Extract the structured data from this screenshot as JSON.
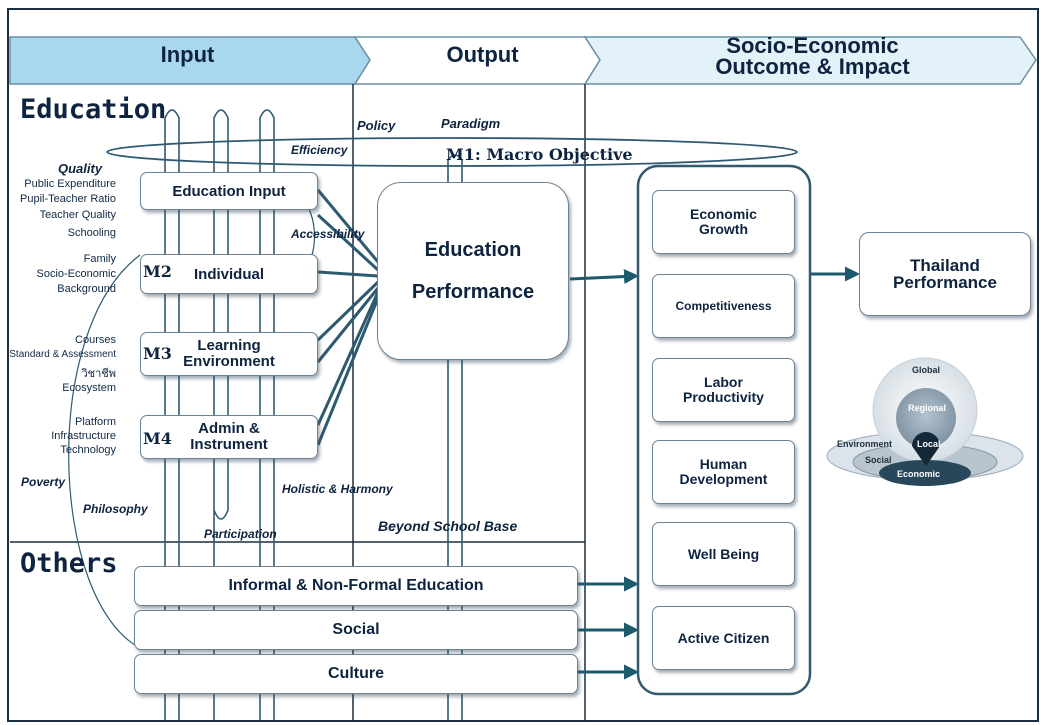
{
  "headers": {
    "input": "Input",
    "output": "Output",
    "outcome_line1": "Socio-Economic",
    "outcome_line2": "Outcome & Impact"
  },
  "sections": {
    "education": "Education",
    "others": "Others"
  },
  "macro_objective": "M1: Macro Objective",
  "labels": {
    "policy": "Policy",
    "paradigm": "Paradigm",
    "efficiency": "Efficiency",
    "quality": "Quality",
    "accessibility": "Accessibility",
    "poverty": "Poverty",
    "philosophy": "Philosophy",
    "participation": "Participation",
    "holistic": "Holistic & Harmony",
    "beyond_school": "Beyond School Base"
  },
  "input_boxes": [
    {
      "marker": "",
      "label": "Education Input",
      "items": [
        "Public Expenditure",
        "Pupil-Teacher  Ratio",
        "Teacher Quality",
        "Schooling"
      ]
    },
    {
      "marker": "M2",
      "label": "Individual",
      "items": [
        "Family",
        "Socio-Economic",
        "Background"
      ]
    },
    {
      "marker": "M3",
      "label_line1": "Learning",
      "label_line2": "Environment",
      "items": [
        "Courses",
        "Standard & Assessment",
        "วิชาชีพ",
        "Ecosystem"
      ]
    },
    {
      "marker": "M4",
      "label_line1": "Admin &",
      "label_line2": "Instrument",
      "items": [
        "Platform",
        "Infrastructure",
        "Technology"
      ]
    }
  ],
  "output_box": {
    "line1": "Education",
    "line2": "Performance"
  },
  "outcomes": [
    {
      "line1": "Economic",
      "line2": "Growth"
    },
    {
      "line1": "Competitiveness",
      "line2": ""
    },
    {
      "line1": "Labor",
      "line2": "Productivity"
    },
    {
      "line1": "Human",
      "line2": "Development"
    },
    {
      "line1": "Well Being",
      "line2": ""
    },
    {
      "line1": "Active Citizen",
      "line2": ""
    }
  ],
  "thailand": {
    "line1": "Thailand",
    "line2": "Performance"
  },
  "scope": {
    "global": "Global",
    "regional": "Regional",
    "local": "Local",
    "environment": "Environment",
    "social": "Social",
    "economic": "Economic"
  },
  "others_bars": [
    "Informal & Non-Formal Education",
    "Social",
    "Culture"
  ],
  "colors": {
    "header_input": "#a9d8ee",
    "header_other": "#ffffff",
    "header_outcome": "#e3f1f8",
    "ink": "#0d2340",
    "line": "#2e5a70",
    "arrow": "#1c5a6e"
  }
}
